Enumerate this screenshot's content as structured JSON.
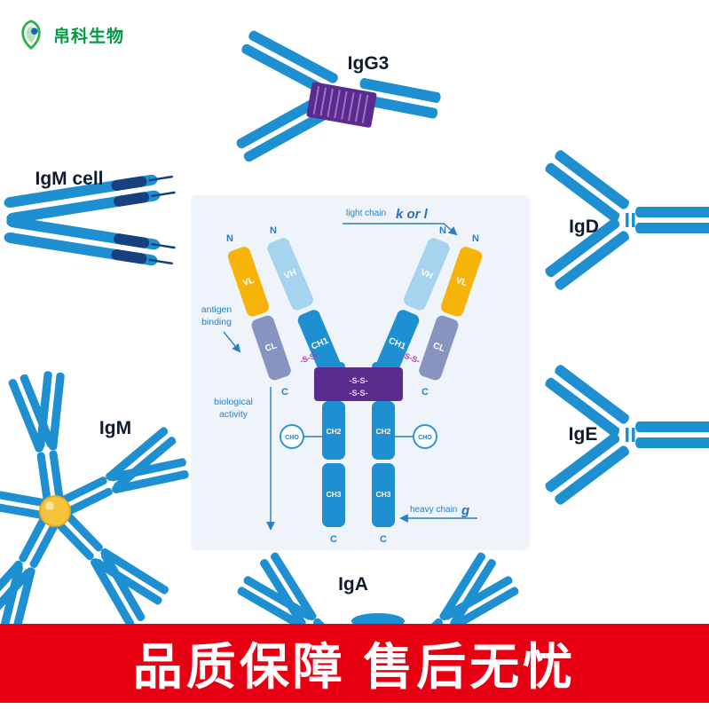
{
  "logo": {
    "text": "帛科生物"
  },
  "labels": {
    "igg3": "IgG3",
    "igm_cell": "IgM cell",
    "igd": "IgD",
    "igm": "IgM",
    "ige": "IgE",
    "iga": "IgA"
  },
  "diagram": {
    "annotations": {
      "light_chain": "light chain",
      "light_chain_type": "k or l",
      "heavy_chain": "heavy chain",
      "heavy_chain_type": "g",
      "antigen_line1": "antigen",
      "antigen_line2": "binding",
      "bio_line1": "biological",
      "bio_line2": "activity"
    },
    "termini": {
      "n": "N",
      "c": "C"
    },
    "bonds": {
      "disulfide": "-S-S-"
    },
    "glyco": {
      "cho": "CHO"
    },
    "domains": {
      "vl": "VL",
      "vh": "VH",
      "cl": "CL",
      "ch1": "CH1",
      "ch2": "CH2",
      "ch3": "CH3"
    }
  },
  "banner": {
    "text": "品质保障 售后无忧"
  },
  "colors": {
    "antibody_blue": "#1e8fd0",
    "membrane_navy": "#16417e",
    "hinge_purple": "#5b2b8e",
    "vl_yellow": "#f6b40a",
    "cl_slate": "#8794c0",
    "vh_light_blue": "#a6d3ee",
    "annotation_blue": "#2a7fc0",
    "disulfide_magenta": "#b03ab0",
    "jchain_yellow": "#f5c33c",
    "banner_red": "#e60012",
    "logo_green": "#009944"
  }
}
